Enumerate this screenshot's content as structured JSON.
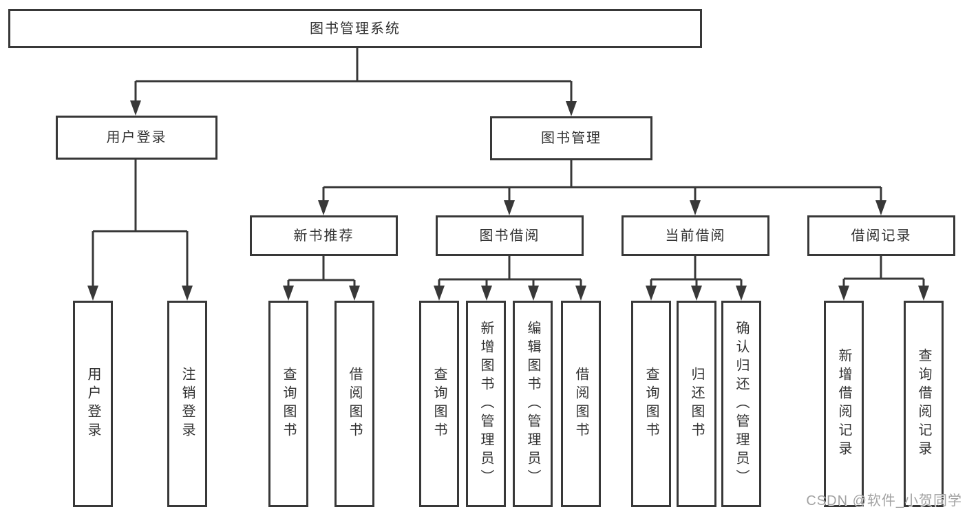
{
  "diagram": {
    "root": {
      "label": "图书管理系统"
    },
    "level1": {
      "user_login": {
        "label": "用户登录"
      },
      "book_management": {
        "label": "图书管理"
      }
    },
    "level2": {
      "new_book_recommend": {
        "label": "新书推荐"
      },
      "book_borrow": {
        "label": "图书借阅"
      },
      "current_borrow": {
        "label": "当前借阅"
      },
      "borrow_records": {
        "label": "借阅记录"
      }
    },
    "leaves": {
      "user_login": {
        "label": "用户登录"
      },
      "logout": {
        "label": "注销登录"
      },
      "rec_query_books": {
        "label": "查询图书"
      },
      "rec_borrow_books": {
        "label": "借阅图书"
      },
      "bor_query_books": {
        "label": "查询图书"
      },
      "bor_add_books": {
        "label": "新增图书（管理员）"
      },
      "bor_edit_books": {
        "label": "编辑图书（管理员）"
      },
      "bor_borrow_books": {
        "label": "借阅图书"
      },
      "cur_query_books": {
        "label": "查询图书"
      },
      "cur_return_books": {
        "label": "归还图书"
      },
      "cur_confirm_return": {
        "label": "确认归还（管理员）"
      },
      "log_add_record": {
        "label": "新增借阅记录"
      },
      "log_query_record": {
        "label": "查询借阅记录"
      }
    },
    "watermark": "CSDN @软件_小贺同学",
    "colors": {
      "line": "#383838",
      "text": "#333333",
      "background": "#ffffff",
      "watermark": "#a2a2a2"
    }
  }
}
